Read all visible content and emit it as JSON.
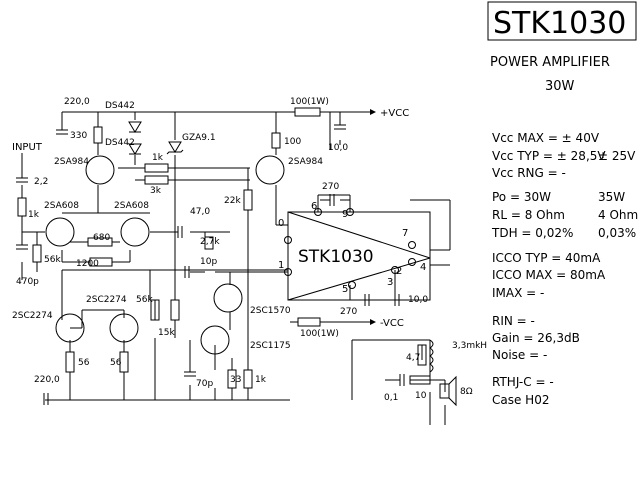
{
  "title": "STK1030",
  "subtitle_line1": "POWER AMPLIFIER",
  "subtitle_line2": "30W",
  "chip_label": "STK1030",
  "input_label": "INPUT",
  "rail_pos": "+VCC",
  "rail_neg": "-VCC",
  "specs": {
    "vcc_max": "Vcc MAX = ± 40V",
    "vcc_typ": "Vcc TYP = ± 28,5V",
    "vcc_typ2": "± 25V",
    "vcc_rng": "Vcc RNG = -",
    "po": "Po = 30W",
    "po2": "35W",
    "rl": "RL = 8 Ohm",
    "rl2": "4 Ohm",
    "tdh": "TDH = 0,02%",
    "tdh2": "0,03%",
    "icco_typ": "ICCO TYP = 40mA",
    "icco_max": "ICCO MAX = 80mA",
    "imax": "IMAX = -",
    "rin": "RIN = -",
    "gain": "Gain = 26,3dB",
    "noise": "Noise = -",
    "rthj": "RTHJ-C = -",
    "case": "Case H02"
  },
  "labels": {
    "c220_top": "220,0",
    "ds442_a": "DS442",
    "ds442_b": "DS442",
    "r330": "330",
    "gza": "GZA9.1",
    "r100w_top": "100(1W)",
    "c10_top": "10,0",
    "r100": "100",
    "r1k_top": "1k",
    "r3k": "3k",
    "q2sa984_l": "2SA984",
    "q2sa984_r": "2SA984",
    "c22": "2,2",
    "r1k_in": "1k",
    "q2sa608_l": "2SA608",
    "q2sa608_r": "2SA608",
    "r56k": "56k",
    "c470p": "470p",
    "r680": "680",
    "r1200": "1200",
    "c47": "47,0",
    "r27k": "2,7k",
    "r22k": "22k",
    "c270_top": "270",
    "c10p": "10p",
    "r56k_b": "56k",
    "r15k": "15k",
    "q2sc1570": "2SC1570",
    "q2sc1175": "2SC1175",
    "q2sc2274_a": "2SC2274",
    "q2sc2274_b": "2SC2274",
    "r56_a": "56",
    "r56_b": "56",
    "c220_bot": "220,0",
    "c70p": "70p",
    "r33": "33",
    "r1k_bot": "1k",
    "r100w_bot": "100(1W)",
    "c270_bot": "270",
    "c10_bot": "10,0",
    "r47": "4,7",
    "l33": "3,3mkH",
    "c01": "0,1",
    "r10": "10",
    "spk": "8Ω",
    "pin0": "0",
    "pin6": "6",
    "pin9": "9",
    "pin7": "7",
    "pin4": "4",
    "pin1": "1",
    "pin2": "2",
    "pin3": "3",
    "pin5": "5"
  }
}
